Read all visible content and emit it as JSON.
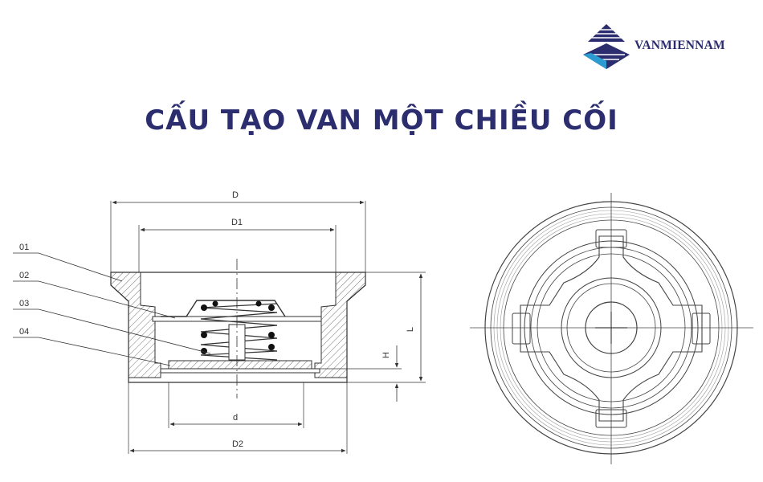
{
  "brand": {
    "name": "VANMIENNAM",
    "colors": {
      "navy": "#2b2d6e",
      "teal": "#2b9bd1"
    }
  },
  "title": "CẤU TẠO VAN MỘT CHIỀU CỐI",
  "section_view": {
    "dimensions": {
      "D": "D",
      "D1": "D1",
      "D2": "D2",
      "d": "d",
      "L": "L",
      "H": "H"
    },
    "callouts": [
      "01",
      "02",
      "03",
      "04"
    ]
  },
  "front_view": {
    "icon": "valve-front-view"
  }
}
